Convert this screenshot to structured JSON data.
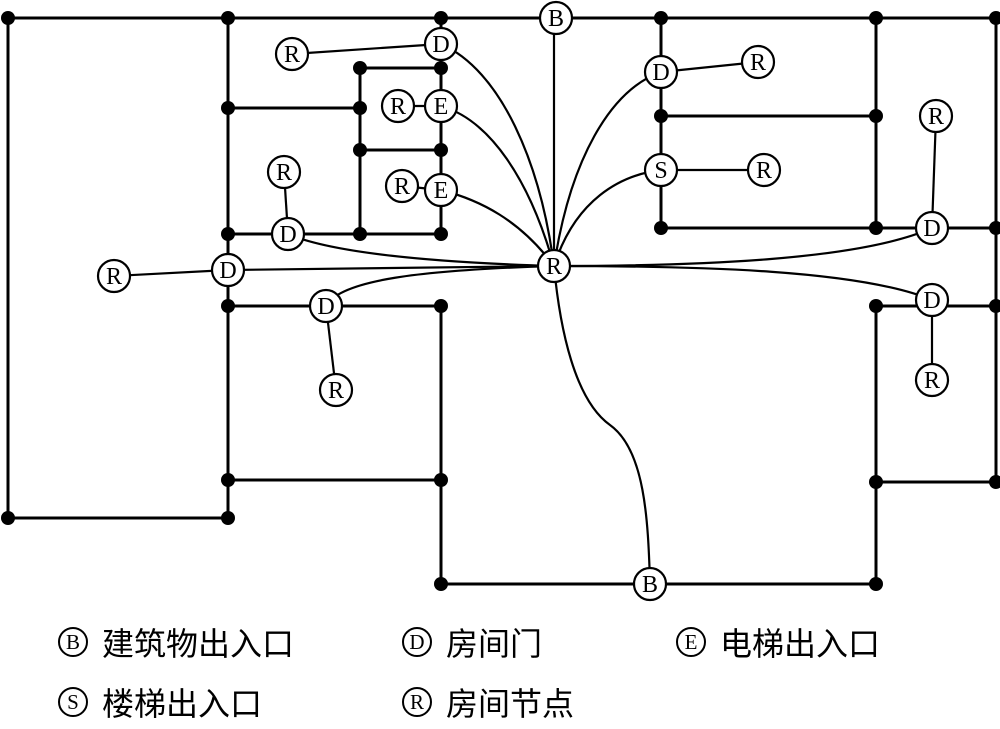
{
  "nodes": {
    "building_exit_top": "B",
    "building_exit_bottom": "B",
    "room_door": "D",
    "elevator_exit": "E",
    "stair_exit": "S",
    "room_node": "R"
  },
  "legend": [
    {
      "symbol": "B",
      "label": "建筑物出入口"
    },
    {
      "symbol": "D",
      "label": "房间门"
    },
    {
      "symbol": "E",
      "label": "电梯出入口"
    },
    {
      "symbol": "S",
      "label": "楼梯出入口"
    },
    {
      "symbol": "R",
      "label": "房间节点"
    }
  ]
}
